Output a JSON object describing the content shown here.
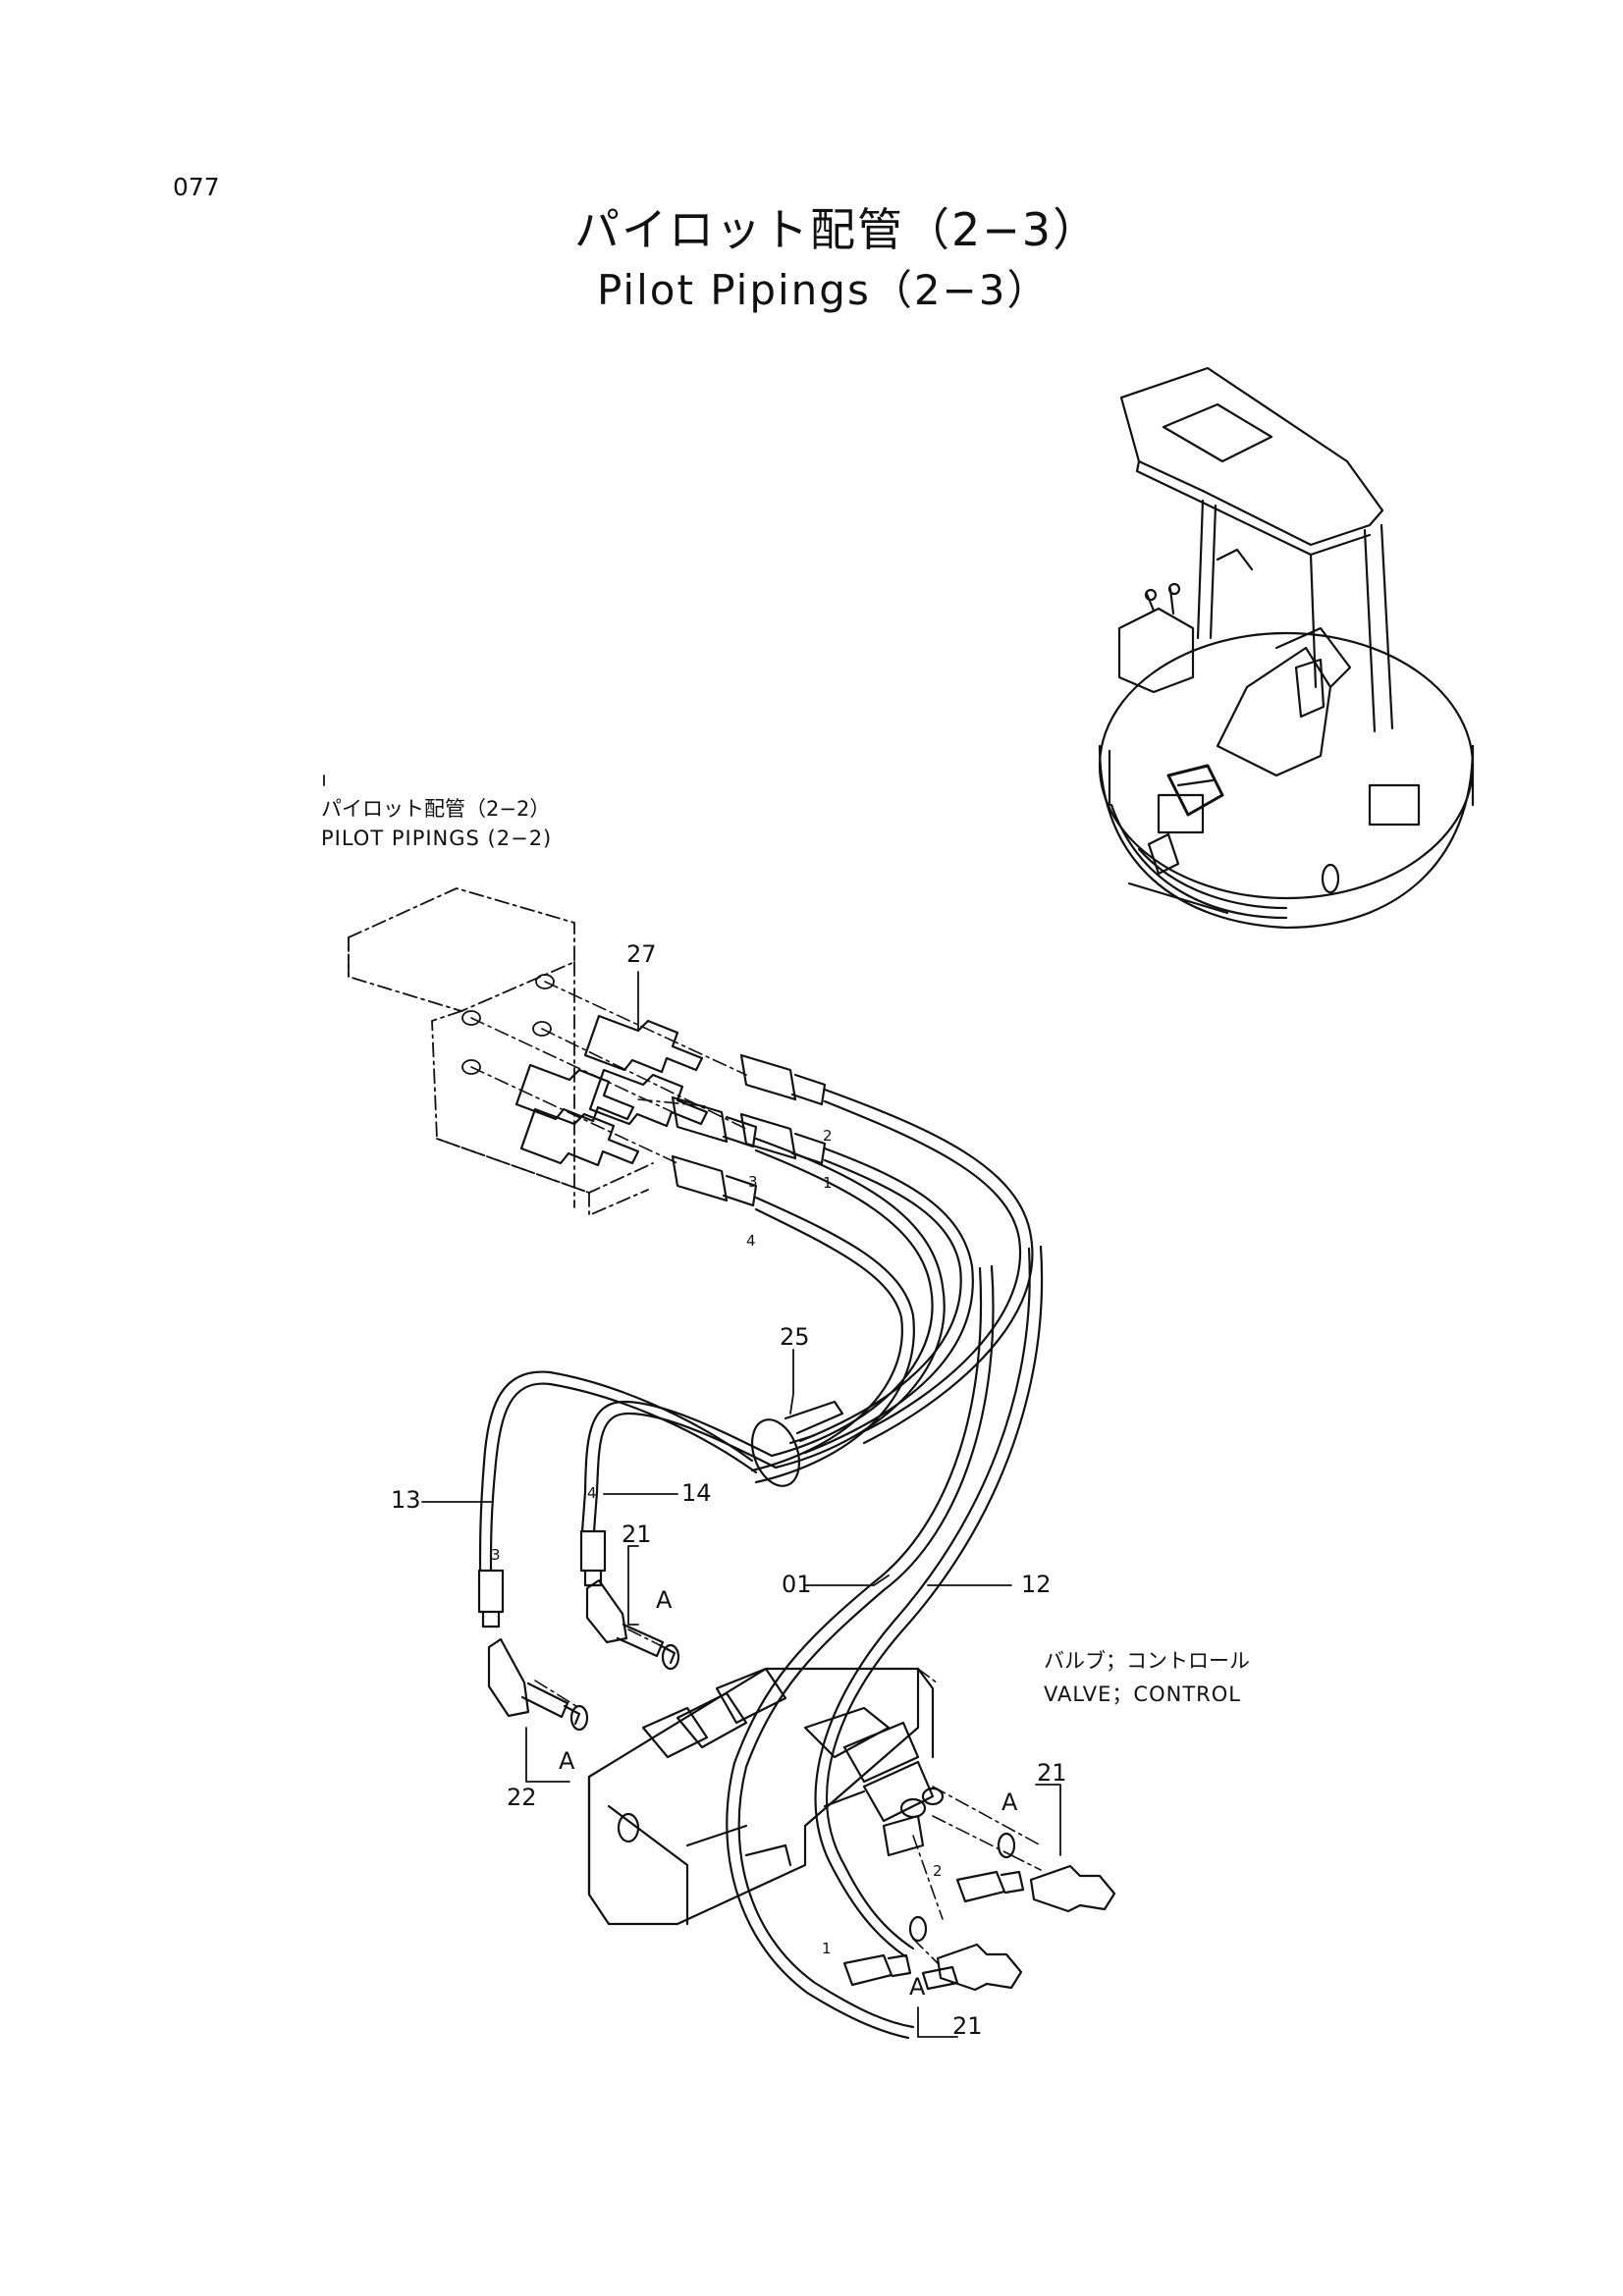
{
  "page": {
    "number": "077"
  },
  "title": {
    "japanese": "パイロット配管（2−3）",
    "english": "Pilot Pipings（2−3）"
  },
  "reference": {
    "japanese": "パイロット配管（2−2）",
    "english": "PILOT PIPINGS (2−2)"
  },
  "valve_label": {
    "japanese": "バルブ；コントロール",
    "english": "VALVE；CONTROL"
  },
  "callouts": {
    "c27": "27",
    "c25": "25",
    "c13": "13",
    "c14": "14",
    "c21a": "21",
    "c21b": "21",
    "c21c": "21",
    "c22": "22",
    "c01": "01",
    "c12": "12",
    "a1": "A",
    "a2": "A",
    "a3": "A",
    "a4": "A"
  },
  "hose_numbers": {
    "h2": "2",
    "h3": "3",
    "h1": "1",
    "h4": "4",
    "h3b": "3",
    "h4b": "4",
    "h2b": "2",
    "h1b": "1"
  }
}
